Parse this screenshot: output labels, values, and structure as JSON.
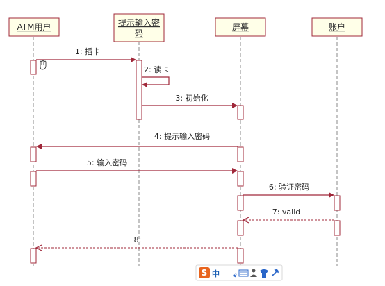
{
  "participants": [
    {
      "id": "atm_user",
      "label": "ATM用户"
    },
    {
      "id": "prompt_pin",
      "label": "提示输入密码"
    },
    {
      "id": "screen",
      "label": "屏幕"
    },
    {
      "id": "account",
      "label": "账户"
    }
  ],
  "messages": [
    {
      "label": "1: 插卡",
      "from": "atm_user",
      "to": "prompt_pin",
      "style": "solid"
    },
    {
      "label": "2: 读卡",
      "from": "prompt_pin",
      "to": "prompt_pin",
      "style": "self"
    },
    {
      "label": "3: 初始化",
      "from": "prompt_pin",
      "to": "screen",
      "style": "solid"
    },
    {
      "label": "4: 提示输入密码",
      "from": "screen",
      "to": "atm_user",
      "style": "solid"
    },
    {
      "label": "5: 输入密码",
      "from": "atm_user",
      "to": "screen",
      "style": "solid"
    },
    {
      "label": "6: 验证密码",
      "from": "screen",
      "to": "account",
      "style": "solid"
    },
    {
      "label": "7: valid",
      "from": "account",
      "to": "screen",
      "style": "dashed"
    },
    {
      "label": "8:",
      "from": "screen",
      "to": "atm_user",
      "style": "dashed"
    }
  ],
  "ime_toolbar": {
    "logo": "S",
    "mode": "中",
    "colors": {
      "logo": "#e8641e",
      "mode": "#1a5fb4",
      "moon": "#2a66c8",
      "shirt": "#2a66c8"
    }
  }
}
